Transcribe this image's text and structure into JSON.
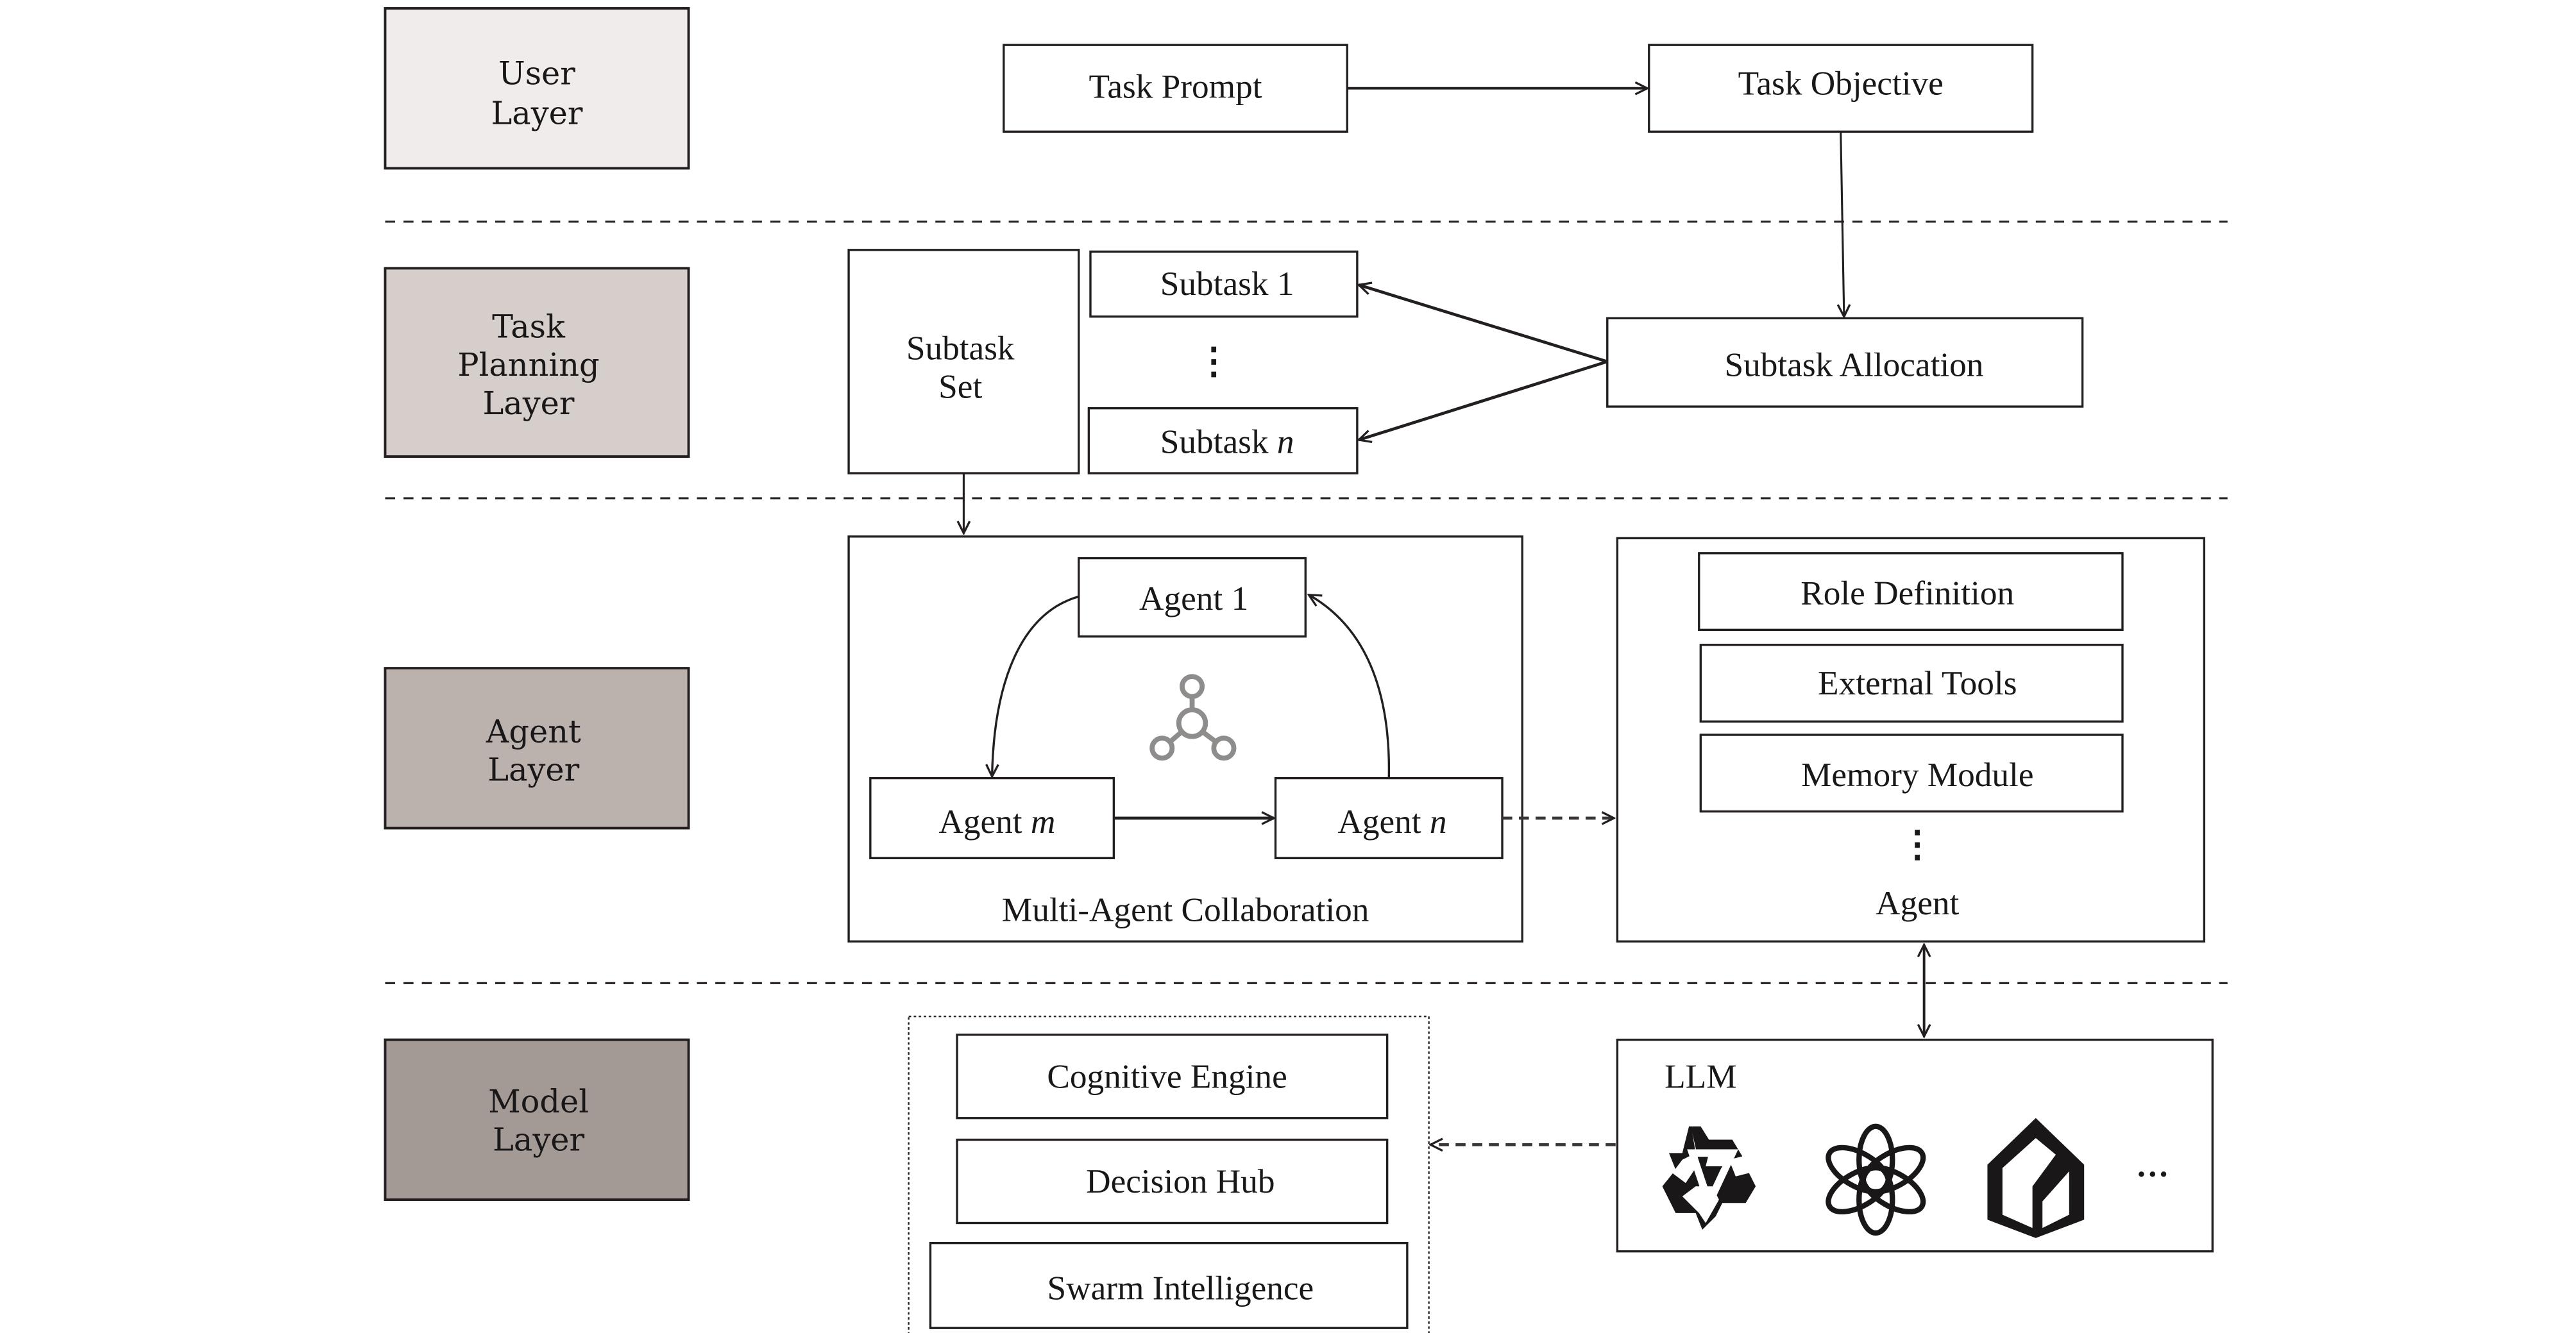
{
  "layers": [
    {
      "label_line1": "User",
      "label_line2": "Layer",
      "fill": "#efeceb"
    },
    {
      "label_line1": "Task",
      "label_line2": "Planning",
      "label_line3": "Layer",
      "fill": "#d5ceca"
    },
    {
      "label_line1": "Agent",
      "label_line2": "Layer",
      "fill": "#bbb2ae"
    },
    {
      "label_line1": "Model",
      "label_line2": "Layer",
      "fill": "#a39a96"
    }
  ],
  "user_layer": {
    "task_prompt": "Task Prompt",
    "task_objective": "Task Objective"
  },
  "task_planning_layer": {
    "subtask_set_line1": "Subtask",
    "subtask_set_line2": "Set",
    "subtask_first_prefix": "Subtask",
    "subtask_first_index": "1",
    "subtask_vertical_ellipsis": "⋮",
    "subtask_last_prefix": "Subtask",
    "subtask_last_index": "n",
    "subtask_allocation": "Subtask Allocation"
  },
  "agent_layer": {
    "collaboration": {
      "title": "Multi-Agent Collaboration",
      "agent_1_prefix": "Agent",
      "agent_1_index": "1",
      "agent_m_prefix": "Agent",
      "agent_m_index": "m",
      "agent_n_prefix": "Agent",
      "agent_n_index": "n",
      "center_icon": "network-nodes-icon"
    },
    "agent_detail": {
      "title": "Agent",
      "modules": [
        "Role Definition",
        "External Tools",
        "Memory Module"
      ],
      "ellipsis": "⋮"
    }
  },
  "model_layer": {
    "capabilities": [
      "Cognitive Engine",
      "Decision Hub",
      "Swarm Intelligence"
    ],
    "llm": {
      "title": "LLM",
      "logos": [
        "qwen-logo-icon",
        "openai-logo-icon",
        "hexagon-model-logo-icon"
      ],
      "ellipsis": "···"
    }
  }
}
